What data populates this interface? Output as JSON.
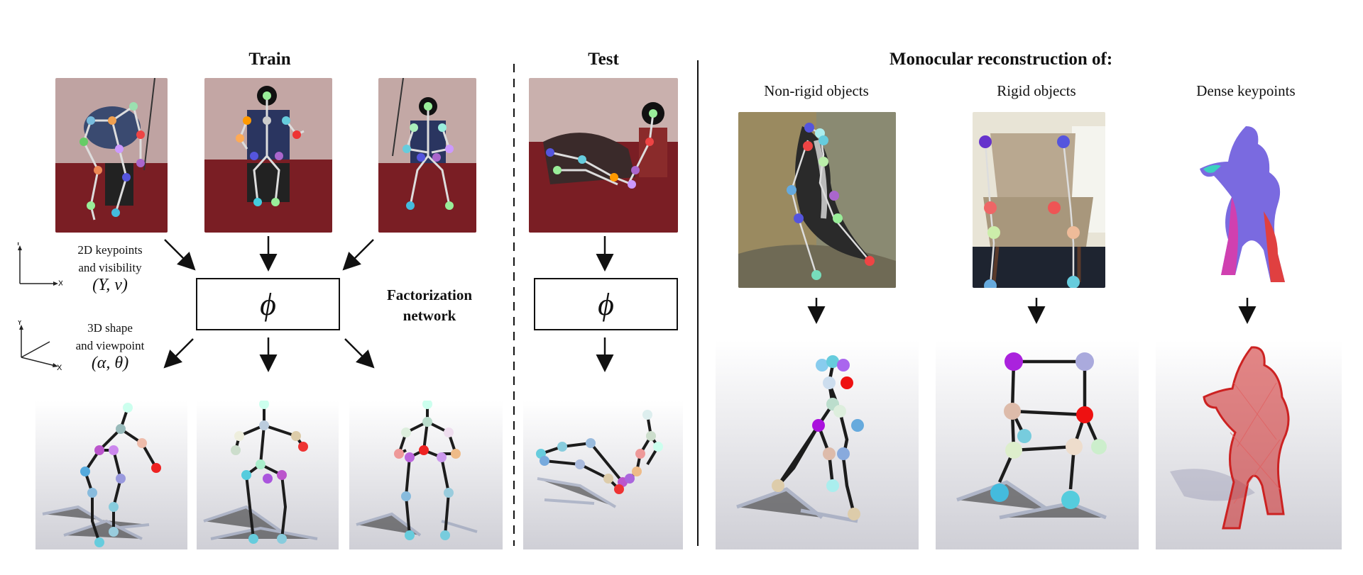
{
  "headings": {
    "train": "Train",
    "test": "Test",
    "monocular": "Monocular reconstruction of:",
    "non_rigid": "Non-rigid objects",
    "rigid": "Rigid objects",
    "dense": "Dense keypoints"
  },
  "labels": {
    "keypoints_line1": "2D keypoints",
    "keypoints_line2": "and visibility",
    "keypoints_math": "(Y, v)",
    "shape_line1": "3D shape",
    "shape_line2": "and viewpoint",
    "shape_math": "(α, θ)",
    "factorization_line1": "Factorization",
    "factorization_line2": "network",
    "phi": "ϕ",
    "axis_x": "X",
    "axis_y": "Y"
  },
  "colors": {
    "photo_floor": "#7a1e24",
    "photo_wall": "#c8a9a6",
    "skeleton_line": "#1c1c1c",
    "dense_mesh": "#cc2222"
  }
}
